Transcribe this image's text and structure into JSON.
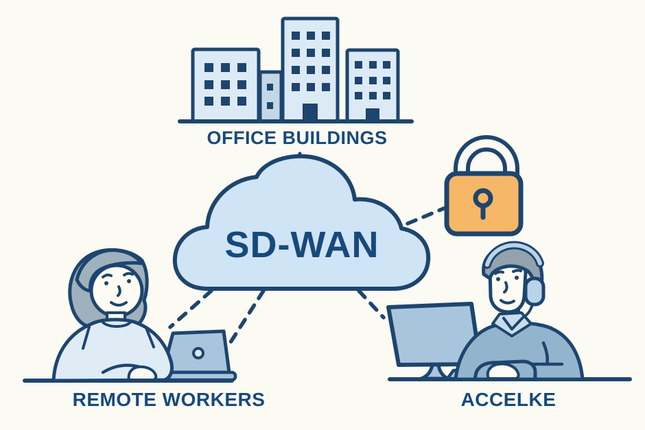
{
  "labels": {
    "office_buildings": "OFFICE BUILDINGS",
    "cloud": "SD-WAN",
    "remote_workers": "REMOTE WORKERS",
    "right_caption": "ACCELKE"
  },
  "icons": {
    "buildings": "office-buildings-icon",
    "cloud": "sdwan-cloud-icon",
    "lock": "padlock-icon",
    "remote_worker": "remote-worker-at-laptop-icon",
    "agent": "support-agent-at-desktop-icon"
  },
  "connections": [
    {
      "from": "office-buildings",
      "to": "sdwan-cloud",
      "style": "solid"
    },
    {
      "from": "sdwan-cloud",
      "to": "padlock",
      "style": "dashed"
    },
    {
      "from": "sdwan-cloud",
      "to": "remote-worker-laptop",
      "style": "dashed"
    },
    {
      "from": "sdwan-cloud",
      "to": "remote-worker-laptop-2",
      "style": "dashed"
    },
    {
      "from": "sdwan-cloud",
      "to": "agent-monitor",
      "style": "dashed"
    }
  ],
  "colors": {
    "background": "#fbfaf3",
    "outline": "#1d456e",
    "text": "#17497d",
    "building_fill": "#dceaf6",
    "building_fill_dark": "#c3d7e6",
    "cloud_fill": "#cfe4f4",
    "device_fill": "#a9c5de",
    "lock_body": "#f6b766",
    "hair_female": "#9fb1bc",
    "hair_male": "#93a2ad",
    "shirt_female": "#dfecf6",
    "shirt_male": "#93b4cd",
    "collar_light": "#c9dded",
    "headset_pad": "#b9d3e8",
    "skin": "#fdfbf2"
  }
}
